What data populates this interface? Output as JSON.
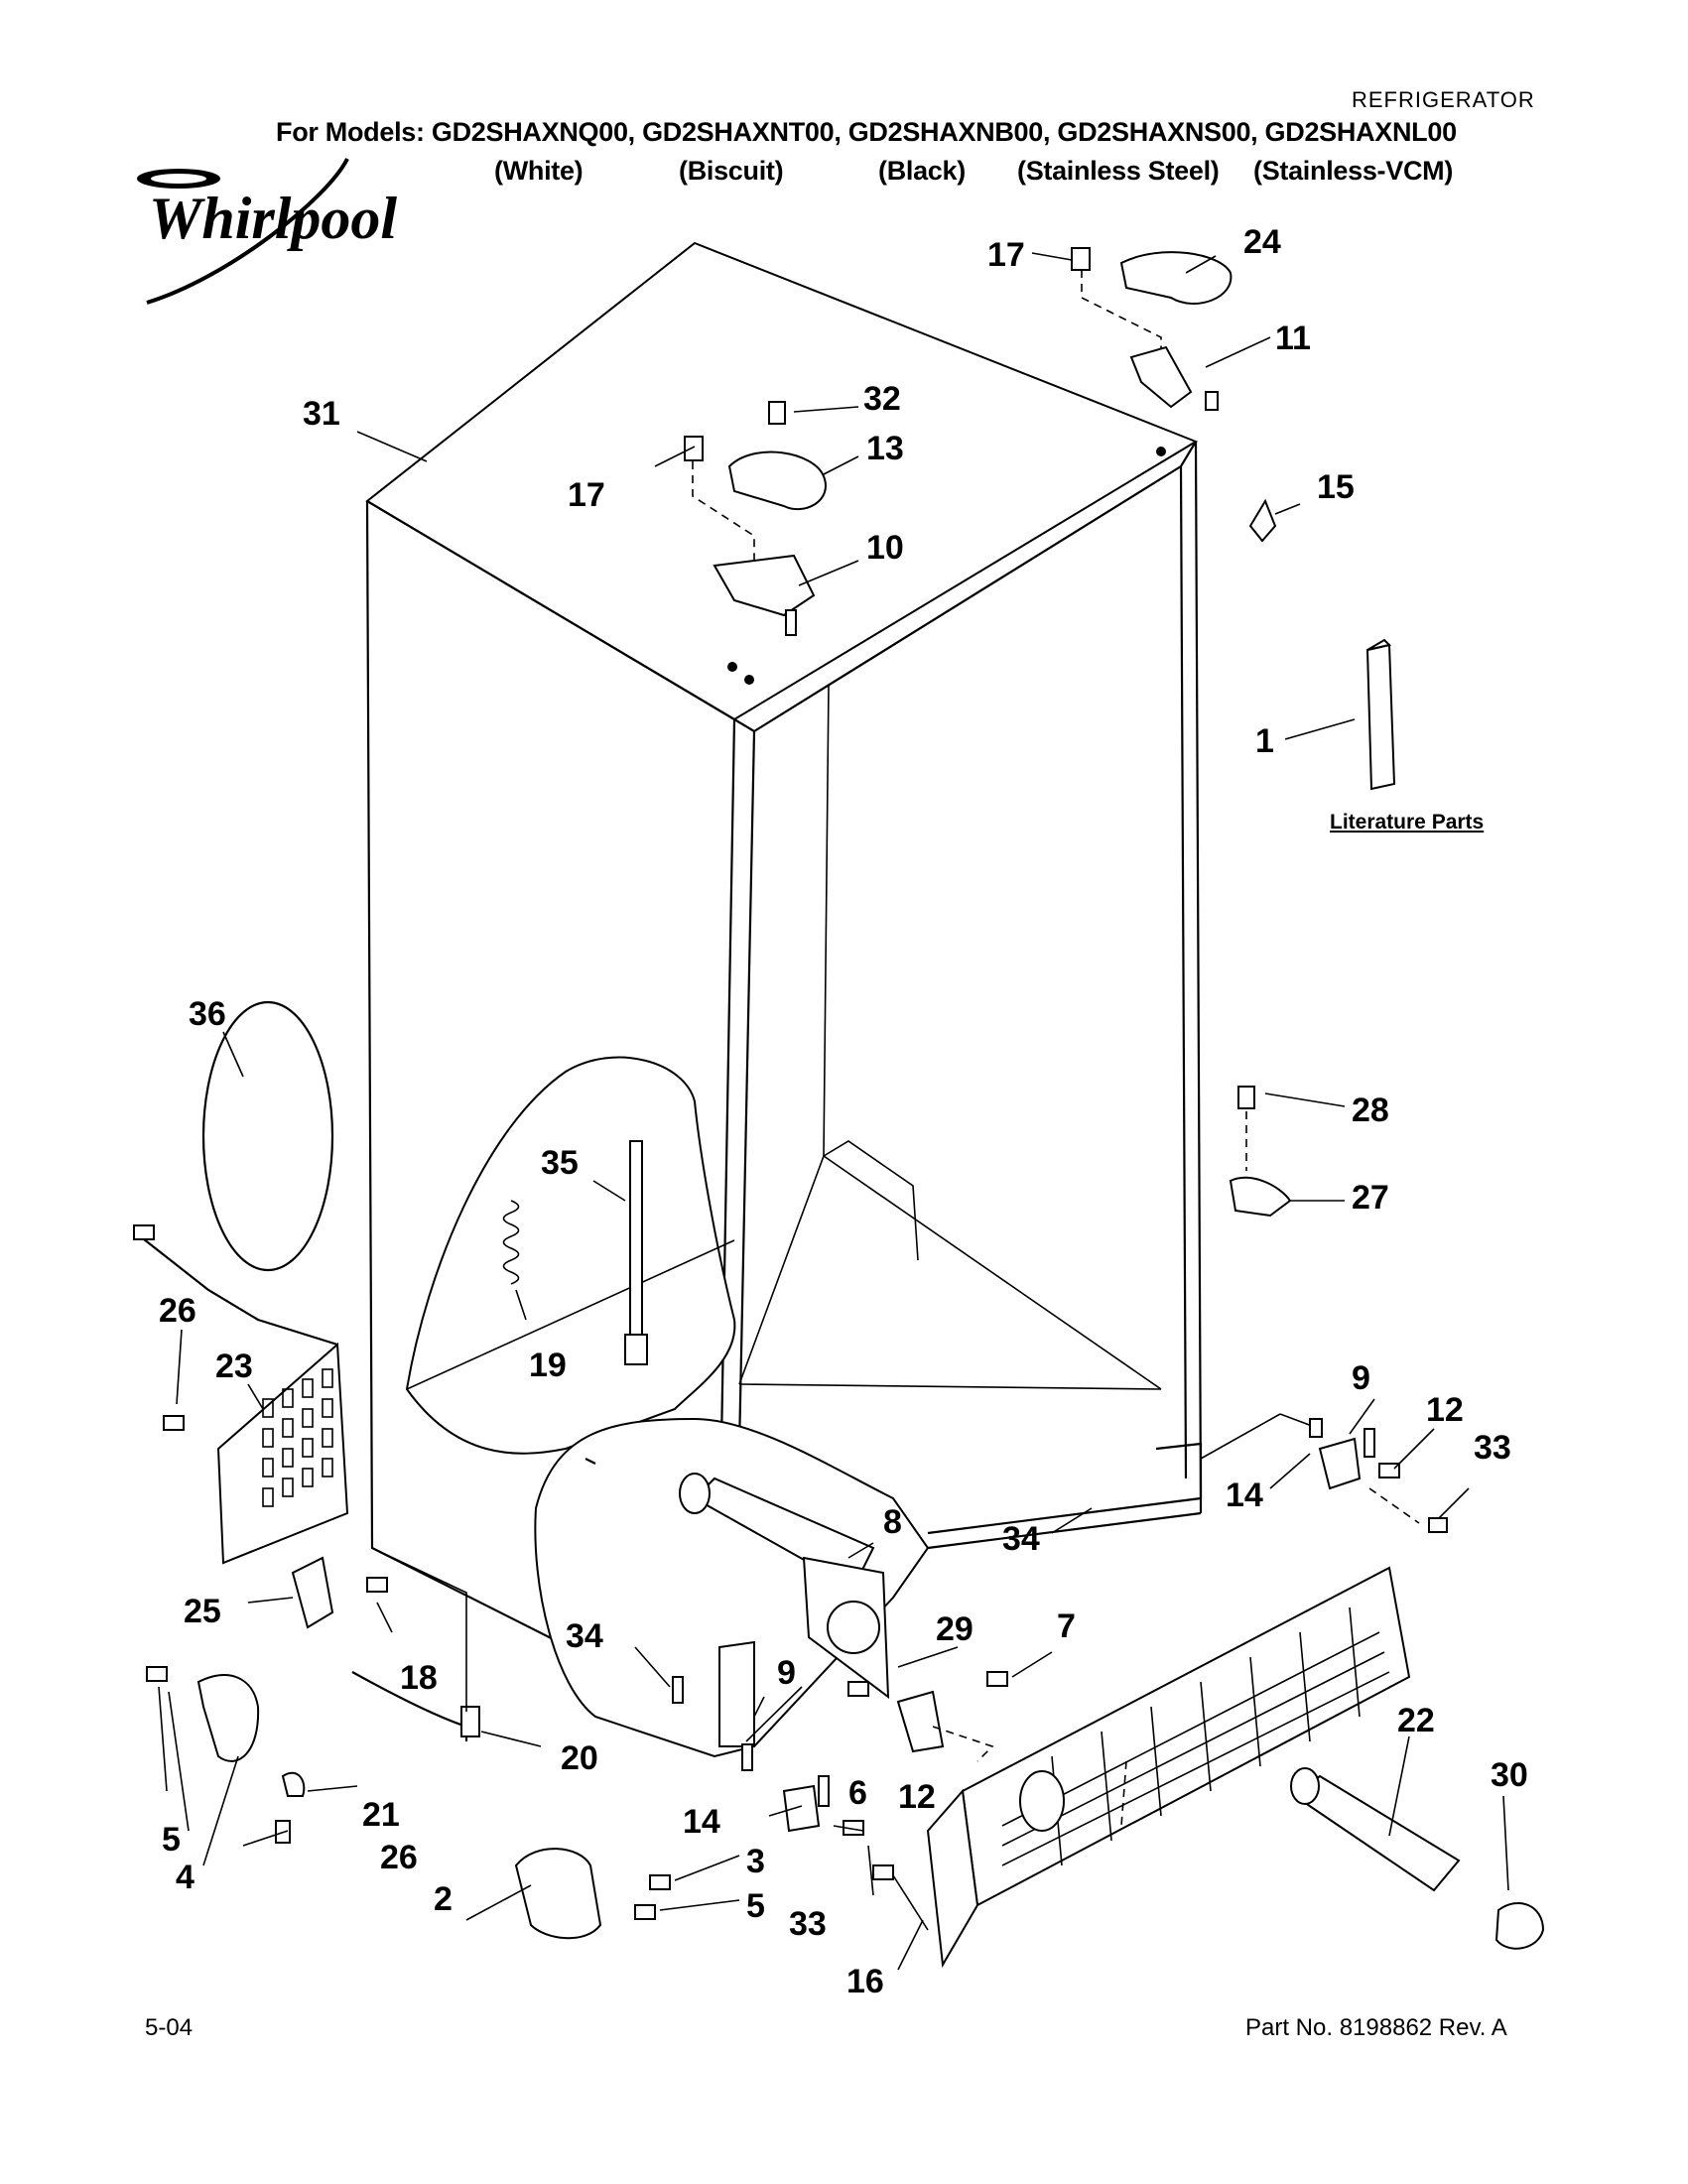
{
  "header": {
    "category": "REFRIGERATOR",
    "models_line": "For Models: GD2SHAXNQ00, GD2SHAXNT00, GD2SHAXNB00, GD2SHAXNS00, GD2SHAXNL00",
    "colors": [
      "(White)",
      "(Biscuit)",
      "(Black)",
      "(Stainless Steel)",
      "(Stainless-VCM)"
    ]
  },
  "logo": {
    "brand": "Whirlpool"
  },
  "diagram": {
    "literature_label": "Literature Parts",
    "callouts": [
      "1",
      "2",
      "3",
      "4",
      "5",
      "5",
      "6",
      "7",
      "8",
      "9",
      "9",
      "10",
      "11",
      "12",
      "12",
      "13",
      "14",
      "14",
      "15",
      "16",
      "17",
      "17",
      "18",
      "19",
      "20",
      "21",
      "22",
      "23",
      "24",
      "25",
      "26",
      "26",
      "27",
      "28",
      "29",
      "30",
      "31",
      "32",
      "33",
      "33",
      "34",
      "34",
      "35",
      "36"
    ]
  },
  "footer": {
    "date": "5-04",
    "part_number": "Part No. 8198862 Rev. A"
  }
}
